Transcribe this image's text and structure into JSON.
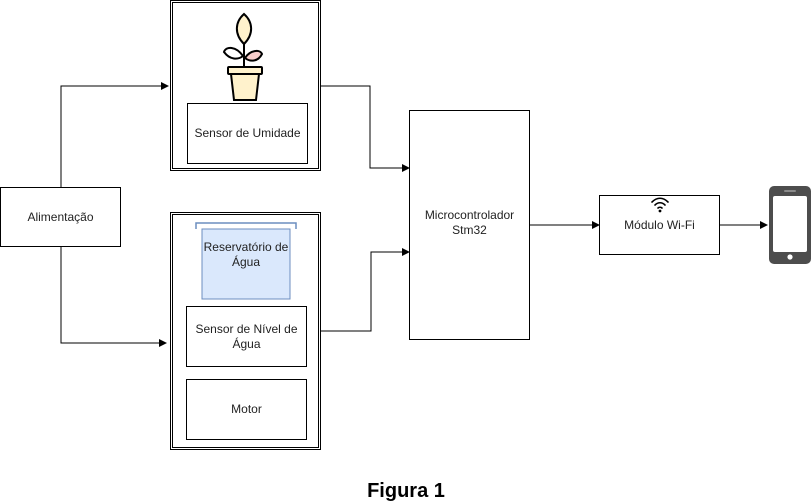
{
  "diagram": {
    "blocks": {
      "power": "Alimentação",
      "humidity_sensor": "Sensor de Umidade",
      "reservoir": "Reservatório de Água",
      "water_level_sensor": "Sensor de Nível de Água",
      "motor": "Motor",
      "microcontroller": "Microcontrolador Stm32",
      "wifi_module": "Módulo Wi-Fi"
    },
    "connections": [
      {
        "from": "Alimentação",
        "to": "Sensor de Umidade"
      },
      {
        "from": "Alimentação",
        "to": "Sensor de Nível de Água"
      },
      {
        "from": "Sensor de Umidade",
        "to": "Microcontrolador Stm32"
      },
      {
        "from": "Sensor de Nível de Água",
        "to": "Microcontrolador Stm32"
      },
      {
        "from": "Microcontrolador Stm32",
        "to": "Módulo Wi-Fi"
      },
      {
        "from": "Módulo Wi-Fi",
        "to": "smartphone"
      }
    ],
    "icons": [
      "plant-pot-icon",
      "wifi-icon",
      "smartphone-icon"
    ],
    "colors": {
      "reservoir_fill": "#dae8fc",
      "reservoir_stroke": "#6c8ebf",
      "pot_fill": "#fff2cc",
      "leaf_fill": "#fff2cc",
      "pink_leaf": "#f8cecc",
      "phone": "#4d4d4d"
    }
  },
  "caption": "Figura 1"
}
